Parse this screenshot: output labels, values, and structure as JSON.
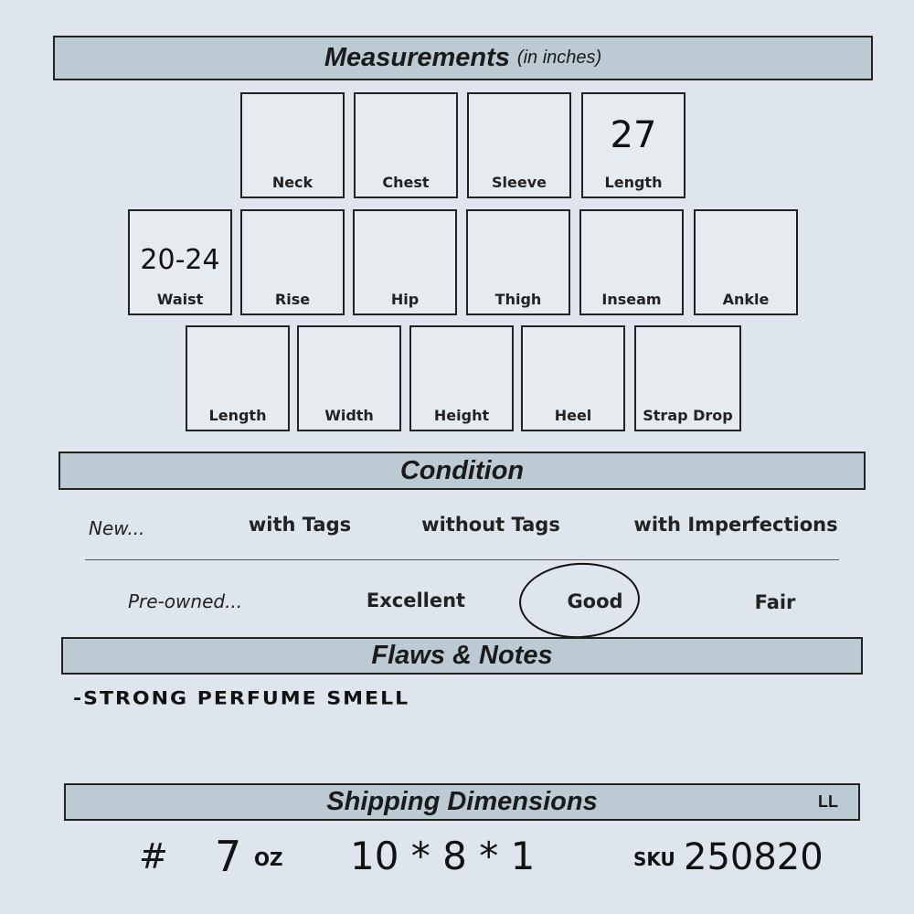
{
  "measurements": {
    "title": "Measurements",
    "subtitle": "(in inches)",
    "row1": [
      {
        "label": "Neck",
        "value": ""
      },
      {
        "label": "Chest",
        "value": ""
      },
      {
        "label": "Sleeve",
        "value": ""
      },
      {
        "label": "Length",
        "value": "27"
      }
    ],
    "row2": [
      {
        "label": "Waist",
        "value": "20-24"
      },
      {
        "label": "Rise",
        "value": ""
      },
      {
        "label": "Hip",
        "value": ""
      },
      {
        "label": "Thigh",
        "value": ""
      },
      {
        "label": "Inseam",
        "value": ""
      },
      {
        "label": "Ankle",
        "value": ""
      }
    ],
    "row3": [
      {
        "label": "Length",
        "value": ""
      },
      {
        "label": "Width",
        "value": ""
      },
      {
        "label": "Height",
        "value": ""
      },
      {
        "label": "Heel",
        "value": ""
      },
      {
        "label": "Strap Drop",
        "value": ""
      }
    ]
  },
  "condition": {
    "title": "Condition",
    "new_label": "New...",
    "new_options": [
      "with Tags",
      "without Tags",
      "with Imperfections"
    ],
    "preowned_label": "Pre-owned...",
    "preowned_options": [
      "Excellent",
      "Good",
      "Fair"
    ],
    "selected": "Good"
  },
  "flaws": {
    "title": "Flaws & Notes",
    "note": "-STRONG PERFUME SMELL"
  },
  "shipping": {
    "title": "Shipping Dimensions",
    "initials": "LL",
    "weight_prefix": "#",
    "weight": "7",
    "weight_unit": "OZ",
    "dimensions": "10 * 8 * 1",
    "sku_label": "SKU",
    "sku": "250820"
  }
}
